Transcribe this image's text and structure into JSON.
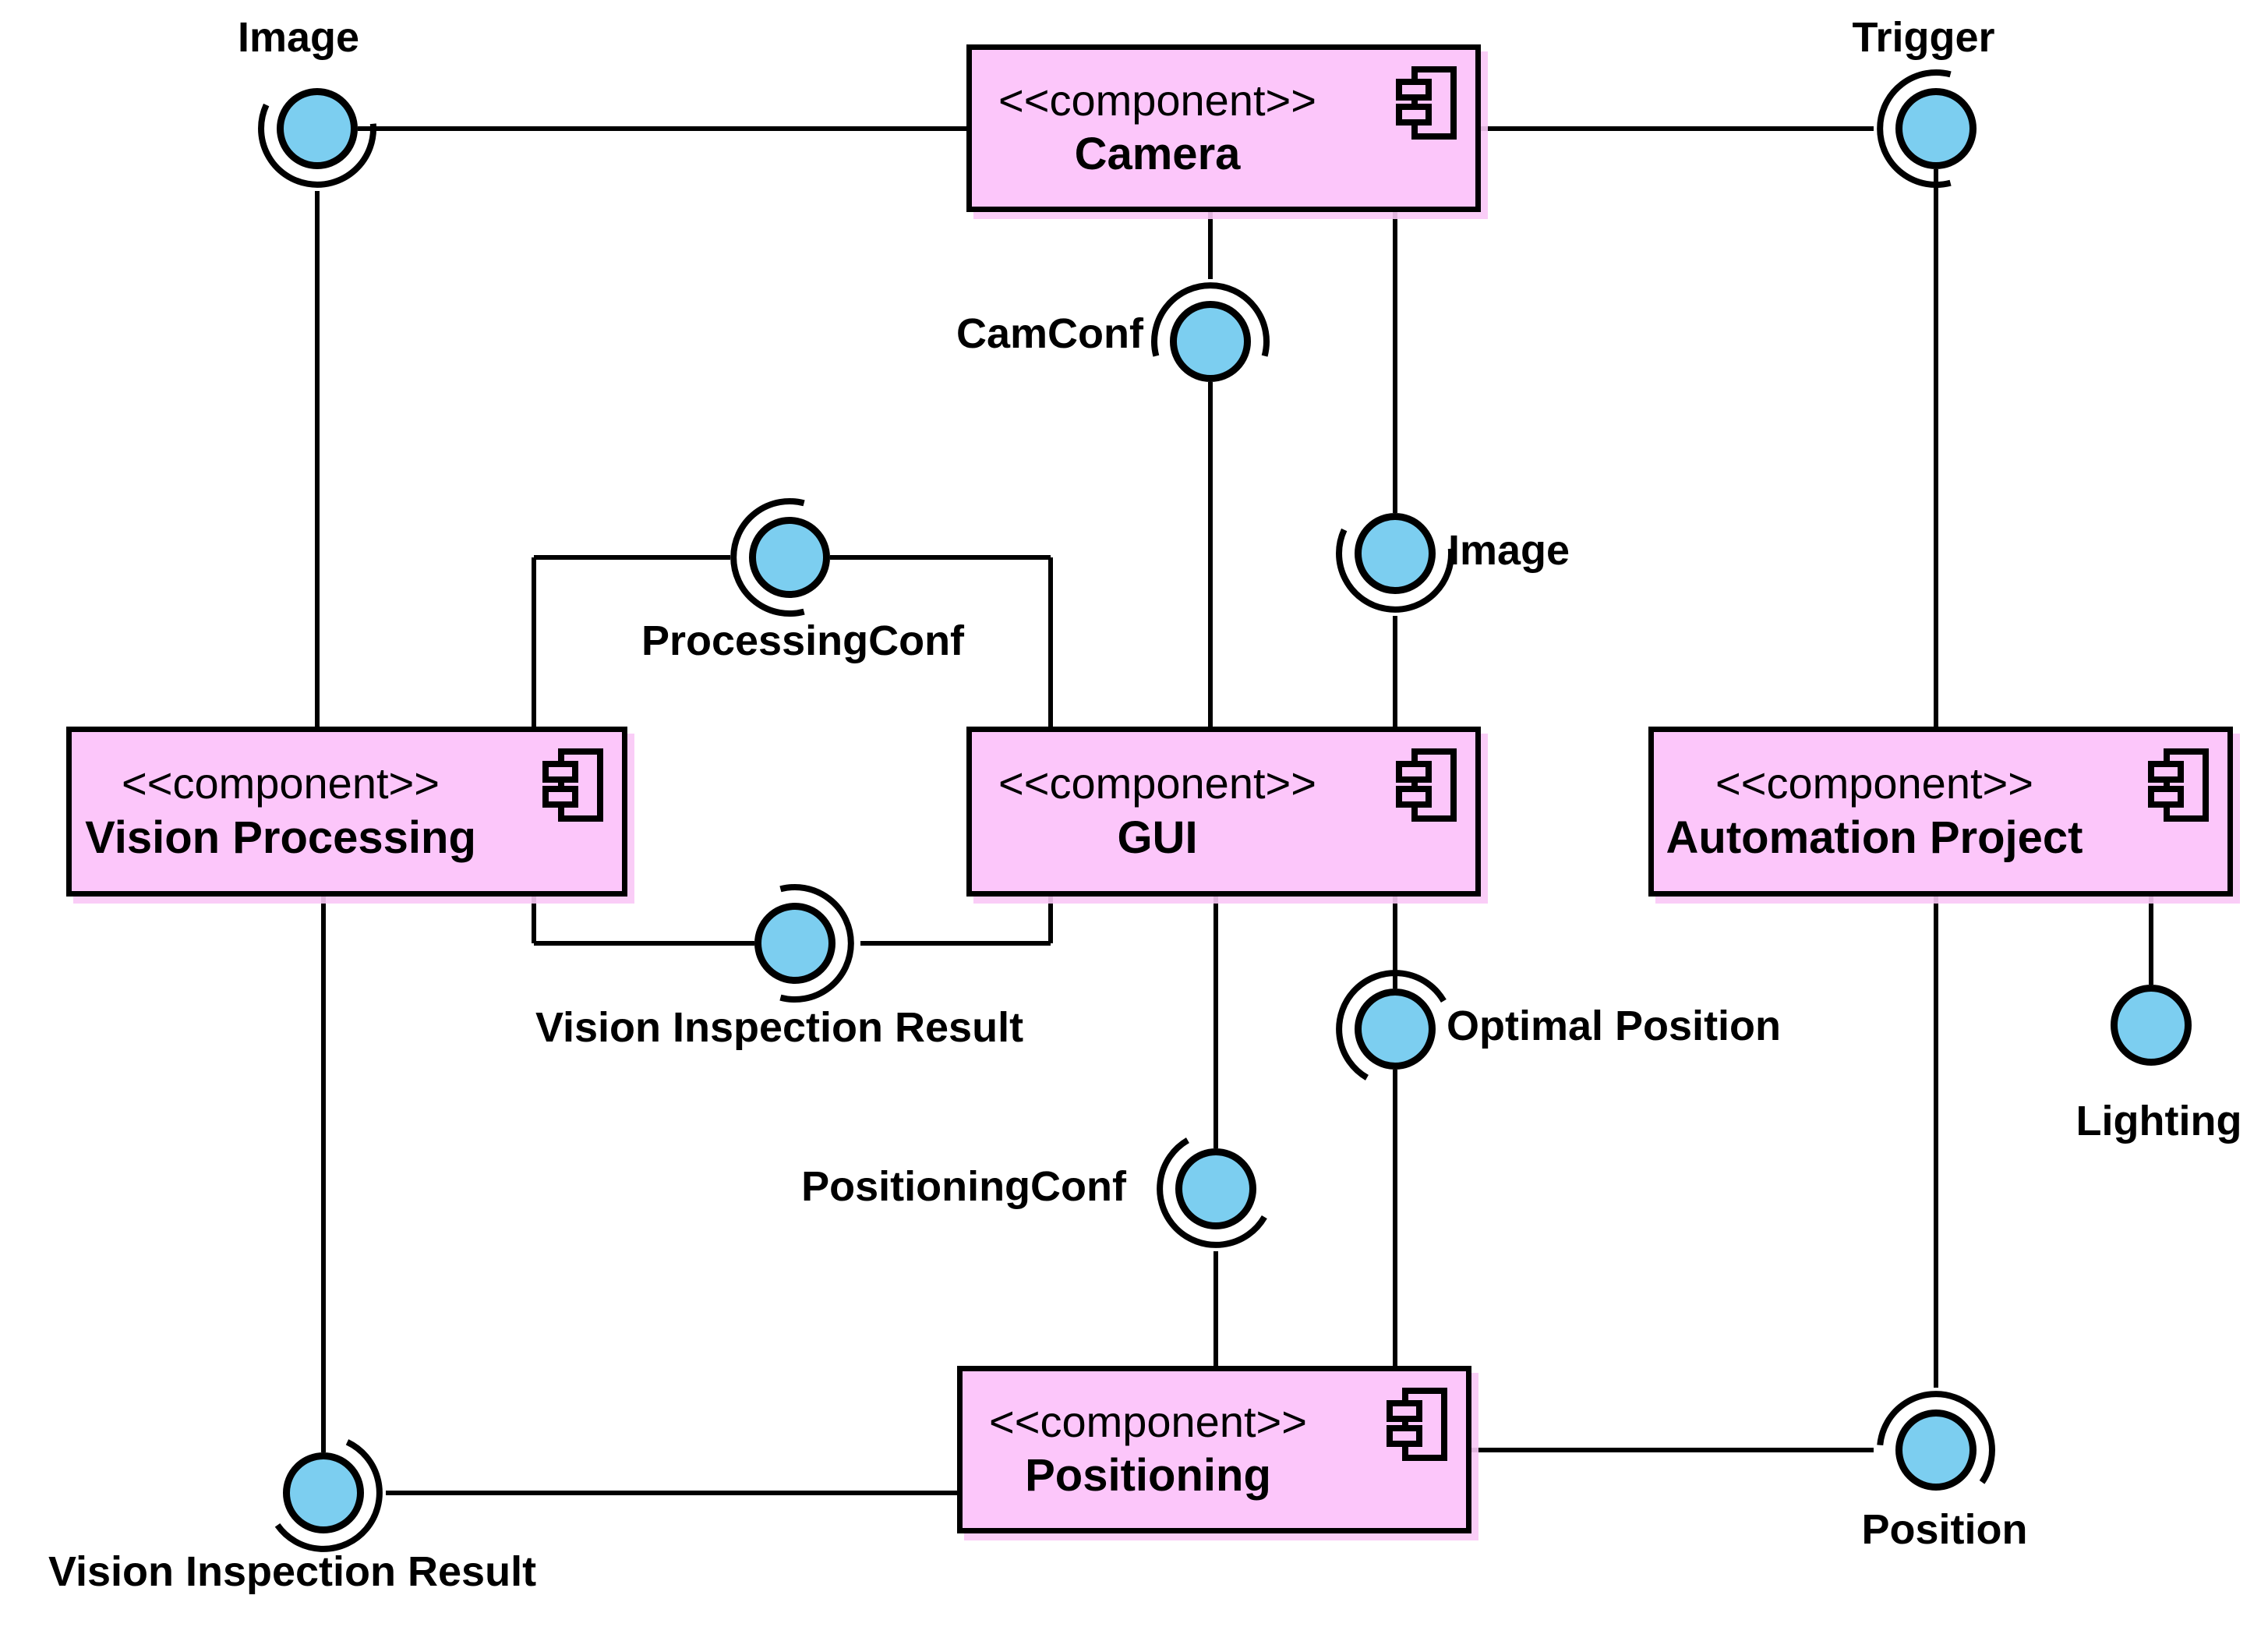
{
  "diagram": {
    "kind": "UML component diagram",
    "background_color": "#ffffff",
    "component_fill": "#FCC6FA",
    "interface_ball_fill": "#7CCEF0",
    "line_color": "#000000",
    "components": [
      {
        "id": "camera",
        "stereotype": "<<component>>",
        "name": "Camera"
      },
      {
        "id": "vision-processing",
        "stereotype": "<<component>>",
        "name": "Vision Processing"
      },
      {
        "id": "gui",
        "stereotype": "<<component>>",
        "name": "GUI"
      },
      {
        "id": "automation-project",
        "stereotype": "<<component>>",
        "name": "Automation Project"
      },
      {
        "id": "positioning",
        "stereotype": "<<component>>",
        "name": "Positioning"
      }
    ],
    "interfaces": [
      {
        "id": "image-top",
        "label": "Image"
      },
      {
        "id": "trigger",
        "label": "Trigger"
      },
      {
        "id": "camconf",
        "label": "CamConf"
      },
      {
        "id": "image-middle",
        "label": "Image"
      },
      {
        "id": "processingconf",
        "label": "ProcessingConf"
      },
      {
        "id": "vision-inspection-result-middle",
        "label": "Vision Inspection Result"
      },
      {
        "id": "optimal-position",
        "label": "Optimal Position"
      },
      {
        "id": "positioningconf",
        "label": "PositioningConf"
      },
      {
        "id": "position",
        "label": "Position"
      },
      {
        "id": "lighting",
        "label": "Lighting"
      },
      {
        "id": "vision-inspection-result-bottom",
        "label": "Vision Inspection Result"
      }
    ],
    "connections": [
      "Image(top) - Camera - Trigger",
      "Camera - CamConf - GUI",
      "Camera - Image(middle) - GUI",
      "Vision Processing - ProcessingConf - GUI",
      "Vision Processing - Vision Inspection Result(middle) - GUI",
      "GUI - PositioningConf - Positioning",
      "GUI - Optimal Position - Positioning",
      "Trigger - Automation Project - Position - Positioning",
      "Automation Project - Lighting",
      "Vision Processing - Vision Inspection Result(bottom) - Positioning"
    ]
  }
}
